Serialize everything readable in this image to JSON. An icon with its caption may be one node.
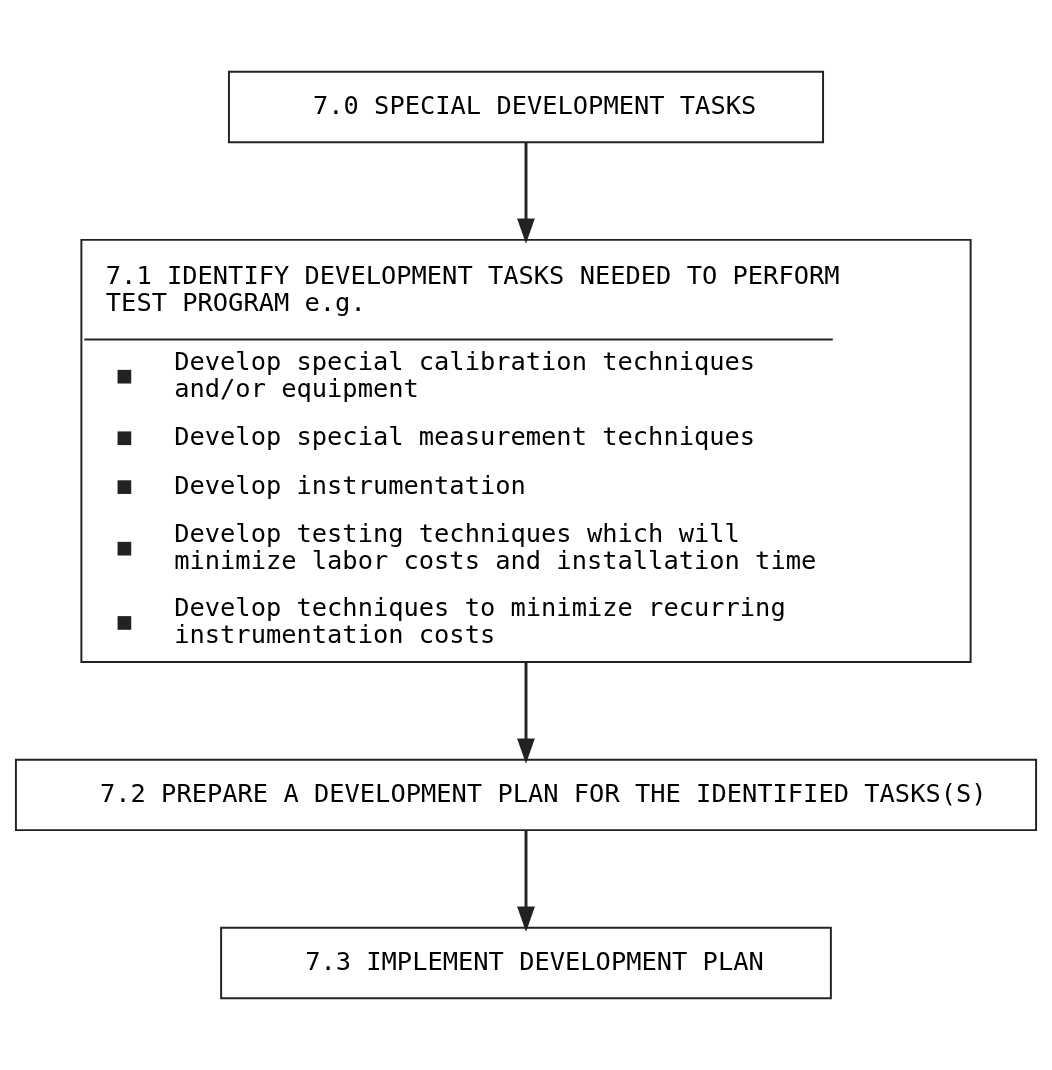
{
  "diagram": {
    "nodes": [
      {
        "text": [
          "7.0 SPECIAL DEVELOPMENT TASKS"
        ]
      },
      {
        "text": [
          "7.1 IDENTIFY DEVELOPMENT TASKS NEEDED TO PERFORM TEST PROGRAM e.g.",
          "Develop special calibration techniques and/or equipment",
          "Develop special measurement techniques",
          "Develop instrumentation",
          "Develop testing techniques which will minimize labor costs and installation time",
          "Develop techniques to minimize recurring instrumentation costs"
        ]
      },
      {
        "text": [
          "7.2 PREPARE A DEVELOPMENT PLAN FOR THE IDENTIFIED TASKS(S)"
        ]
      },
      {
        "text": [
          "7.3 IMPLEMENT DEVELOPMENT PLAN"
        ]
      }
    ],
    "edges": [
      {
        "from": 0,
        "to": 1,
        "arrow": "to"
      },
      {
        "from": 1,
        "to": 2,
        "arrow": "to"
      },
      {
        "from": 2,
        "to": 3,
        "arrow": "to"
      }
    ]
  }
}
